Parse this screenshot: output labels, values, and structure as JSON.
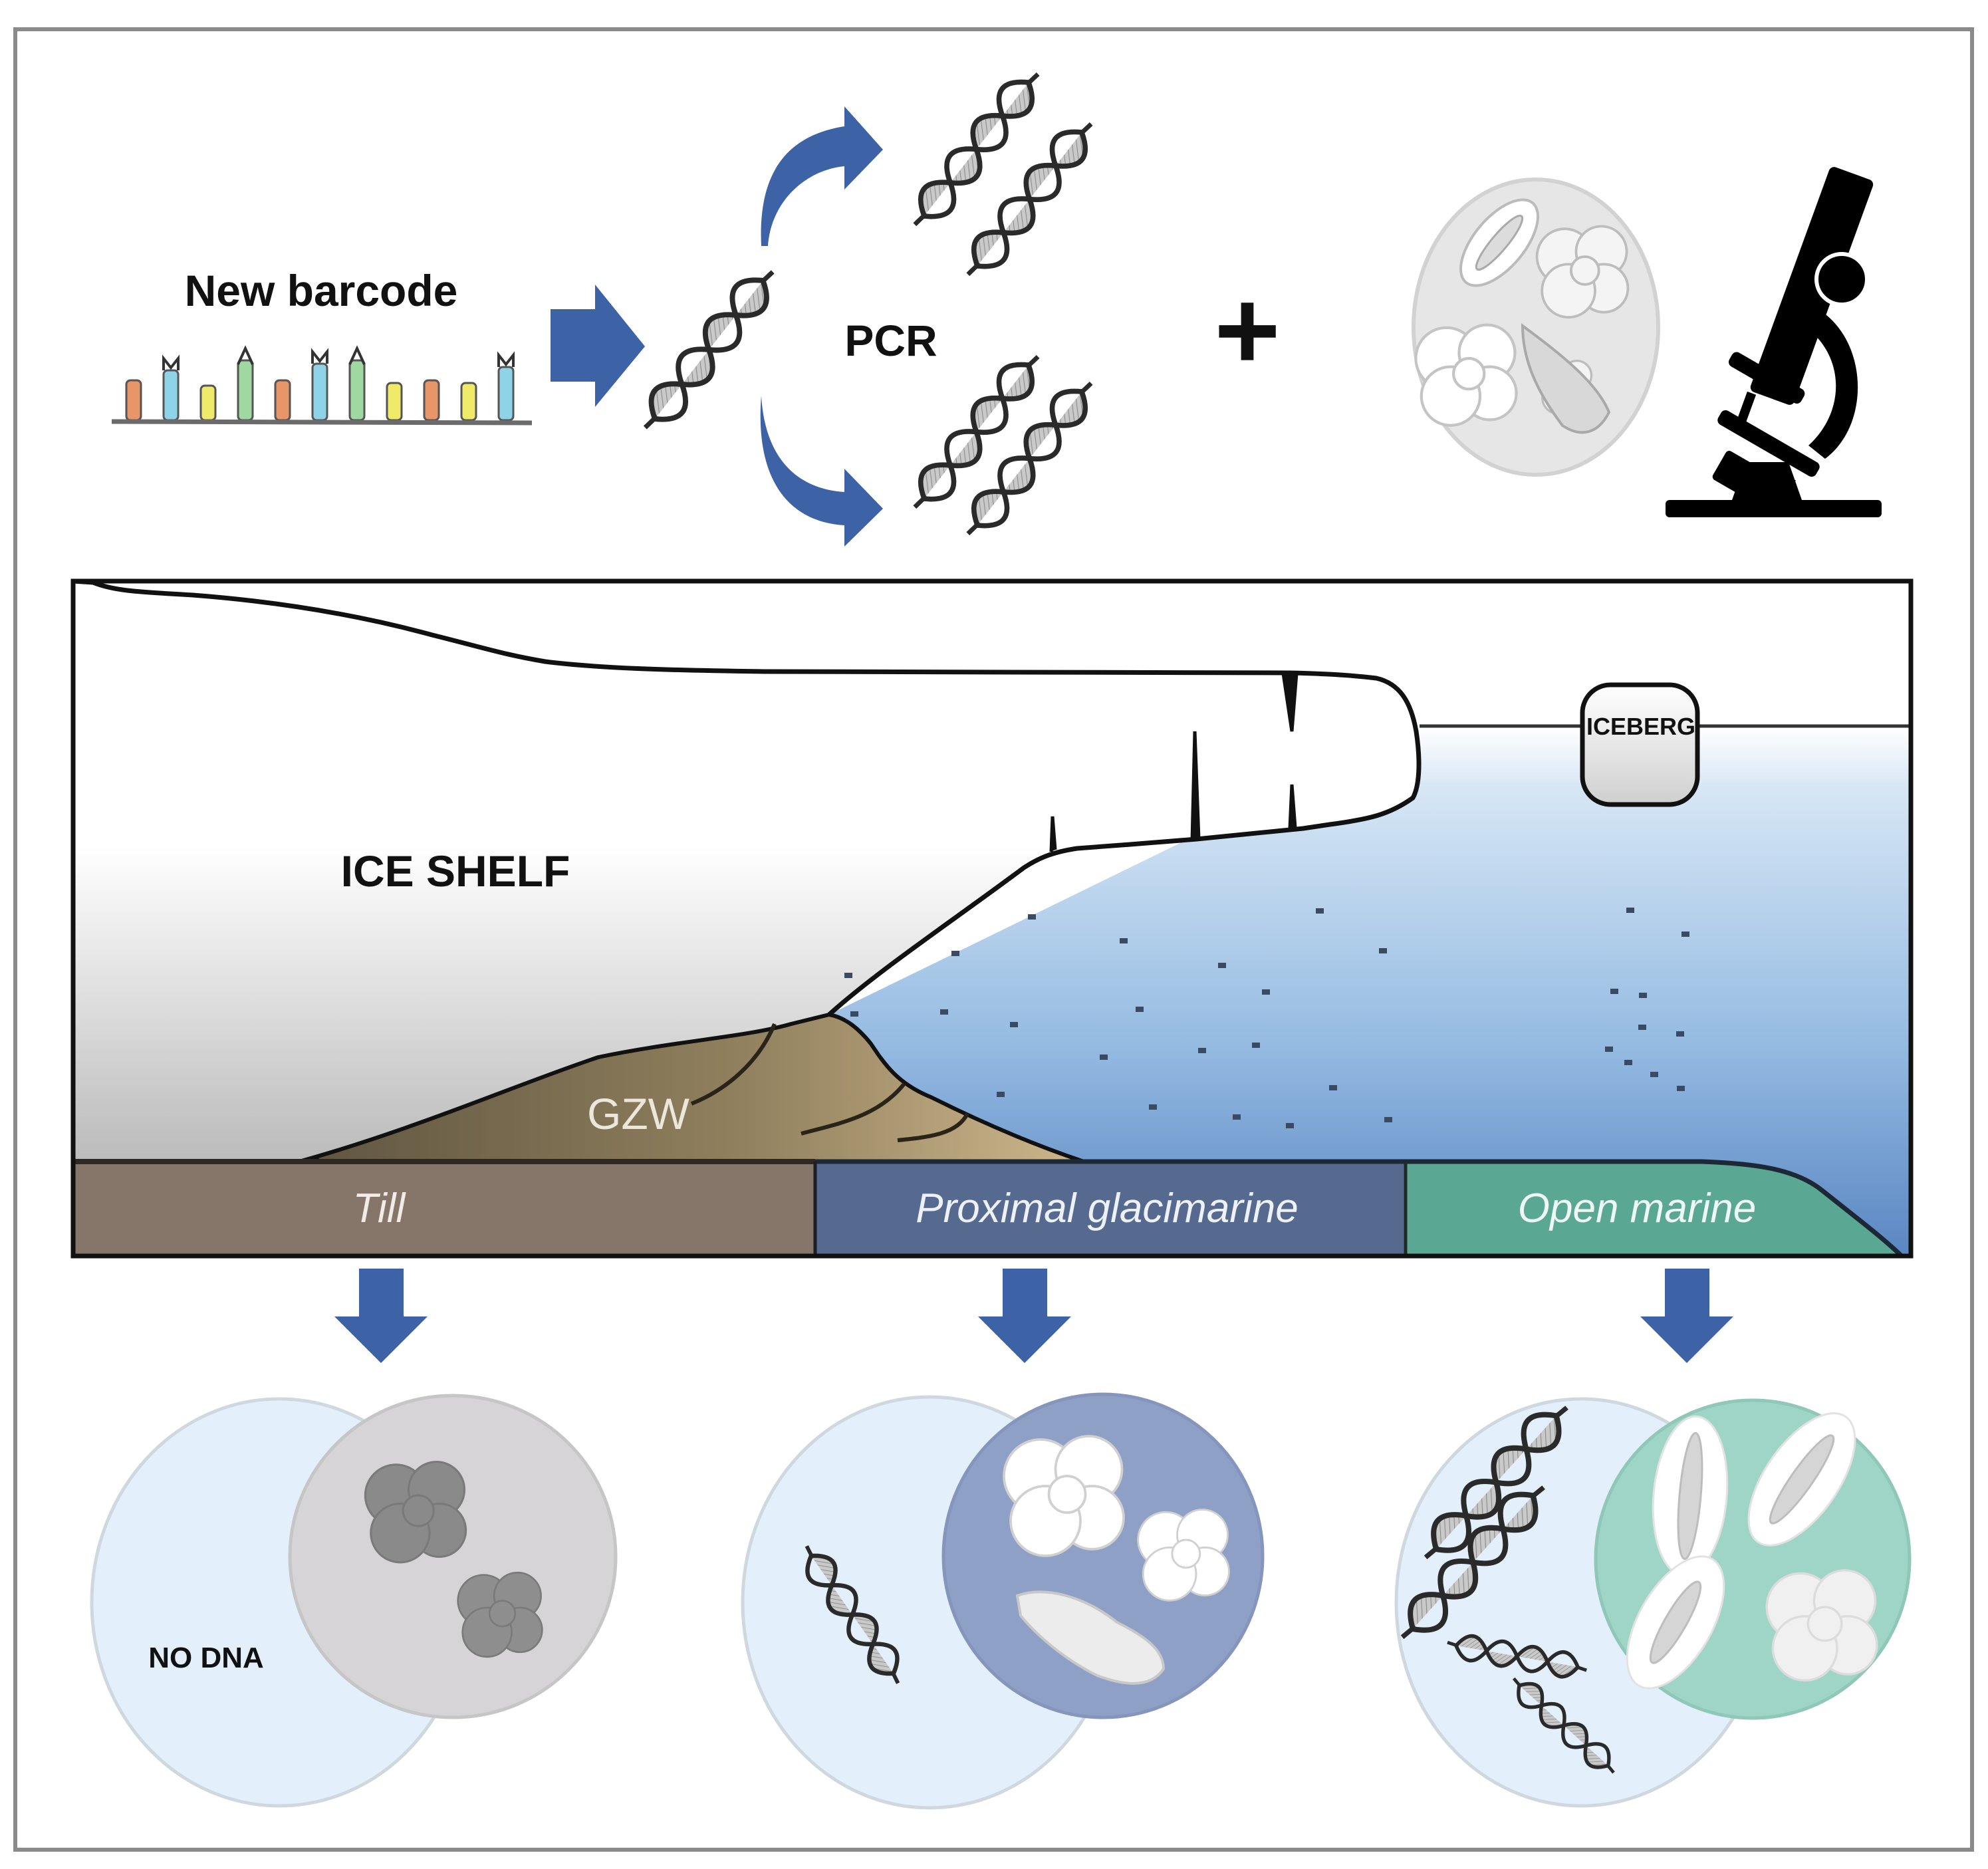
{
  "figure": {
    "top_row": {
      "barcode_label": "New barcode",
      "pcr_label": "PCR",
      "plus_symbol": "+",
      "barcode_bar_colors": [
        "#e8956a",
        "#8fd3e8",
        "#f0ea6a",
        "#9fd8a0",
        "#e8956a",
        "#8fd3e8",
        "#9fd8a0",
        "#f0ea6a",
        "#e8956a",
        "#f0ea6a",
        "#8fd3e8"
      ]
    },
    "cross_section": {
      "ice_shelf_label": "ICE SHELF",
      "iceberg_label": "ICEBERG",
      "gzw_label": "GZW",
      "facies": [
        {
          "label": "Till",
          "color": "#857669"
        },
        {
          "label": "Proximal glacimarine",
          "color": "#56698f"
        },
        {
          "label": "Open marine",
          "color": "#5aa893"
        }
      ]
    },
    "results": [
      {
        "facies": "Till",
        "dna_label": "NO DNA",
        "dna_present": false,
        "microfossil_panel_color": "#d6d4d6"
      },
      {
        "facies": "Proximal glacimarine",
        "dna_label": "",
        "dna_present": true,
        "microfossil_panel_color": "#8fa0c7"
      },
      {
        "facies": "Open marine",
        "dna_label": "",
        "dna_present": true,
        "microfossil_panel_color": "#9fd5c7"
      }
    ],
    "colors": {
      "arrow_blue": "#3d63a6",
      "water_top": "#dbe9f6",
      "water_bottom": "#5f8ac5",
      "gzw_dark": "#6e634c",
      "gzw_light": "#c7b28a",
      "dna_circle": "#e3f0fb"
    }
  }
}
